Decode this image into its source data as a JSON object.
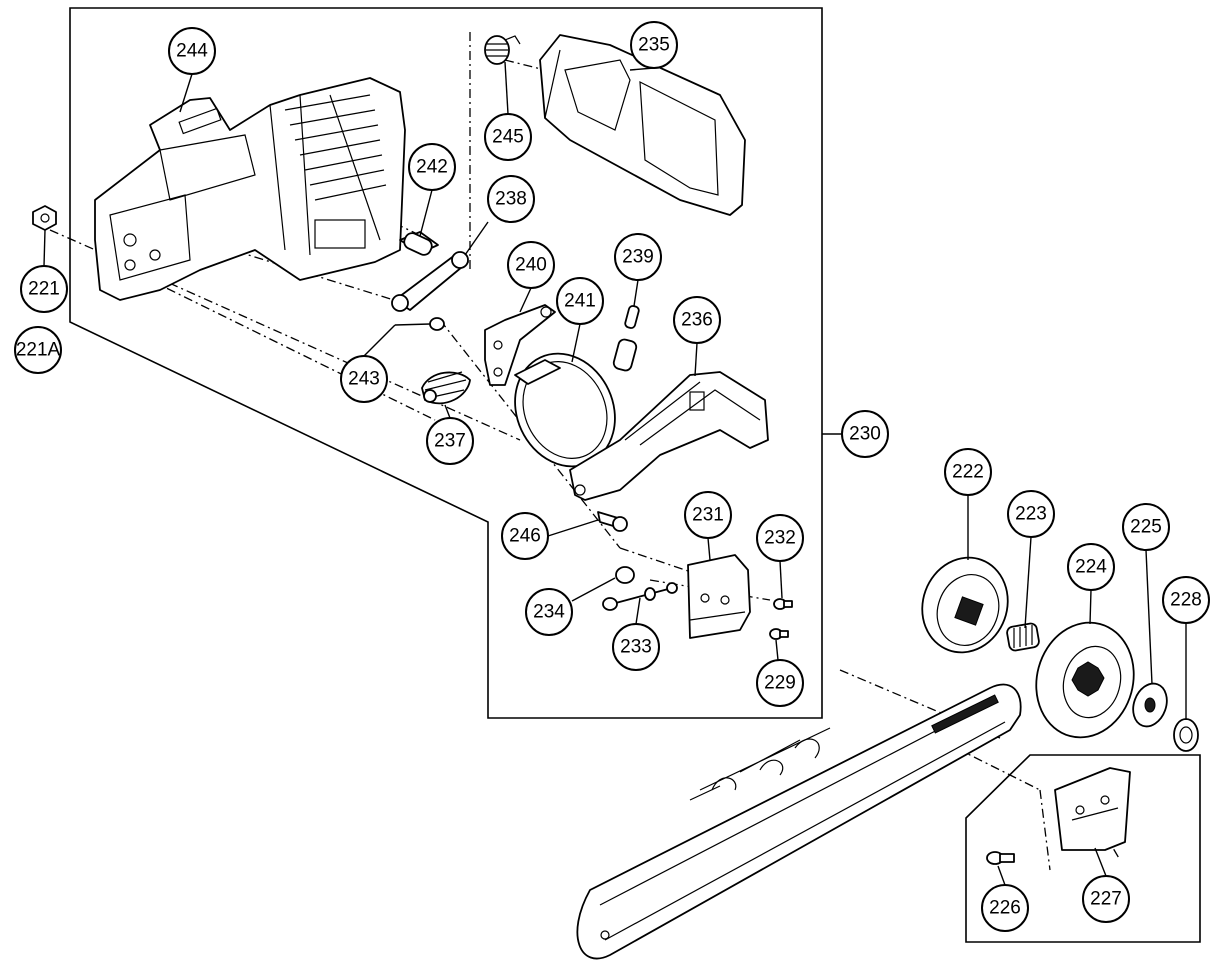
{
  "callouts": [
    {
      "id": "244",
      "label": "244"
    },
    {
      "id": "235",
      "label": "235"
    },
    {
      "id": "245",
      "label": "245"
    },
    {
      "id": "242",
      "label": "242"
    },
    {
      "id": "238",
      "label": "238"
    },
    {
      "id": "240",
      "label": "240"
    },
    {
      "id": "239",
      "label": "239"
    },
    {
      "id": "241",
      "label": "241"
    },
    {
      "id": "236",
      "label": "236"
    },
    {
      "id": "221",
      "label": "221"
    },
    {
      "id": "221A",
      "label": "221A"
    },
    {
      "id": "243",
      "label": "243"
    },
    {
      "id": "237",
      "label": "237"
    },
    {
      "id": "230",
      "label": "230"
    },
    {
      "id": "246",
      "label": "246"
    },
    {
      "id": "231",
      "label": "231"
    },
    {
      "id": "232",
      "label": "232"
    },
    {
      "id": "234",
      "label": "234"
    },
    {
      "id": "233",
      "label": "233"
    },
    {
      "id": "229",
      "label": "229"
    },
    {
      "id": "222",
      "label": "222"
    },
    {
      "id": "223",
      "label": "223"
    },
    {
      "id": "224",
      "label": "224"
    },
    {
      "id": "225",
      "label": "225"
    },
    {
      "id": "228",
      "label": "228"
    },
    {
      "id": "226",
      "label": "226"
    },
    {
      "id": "227",
      "label": "227"
    }
  ],
  "colors": {
    "line": "#000000",
    "background": "#ffffff"
  }
}
